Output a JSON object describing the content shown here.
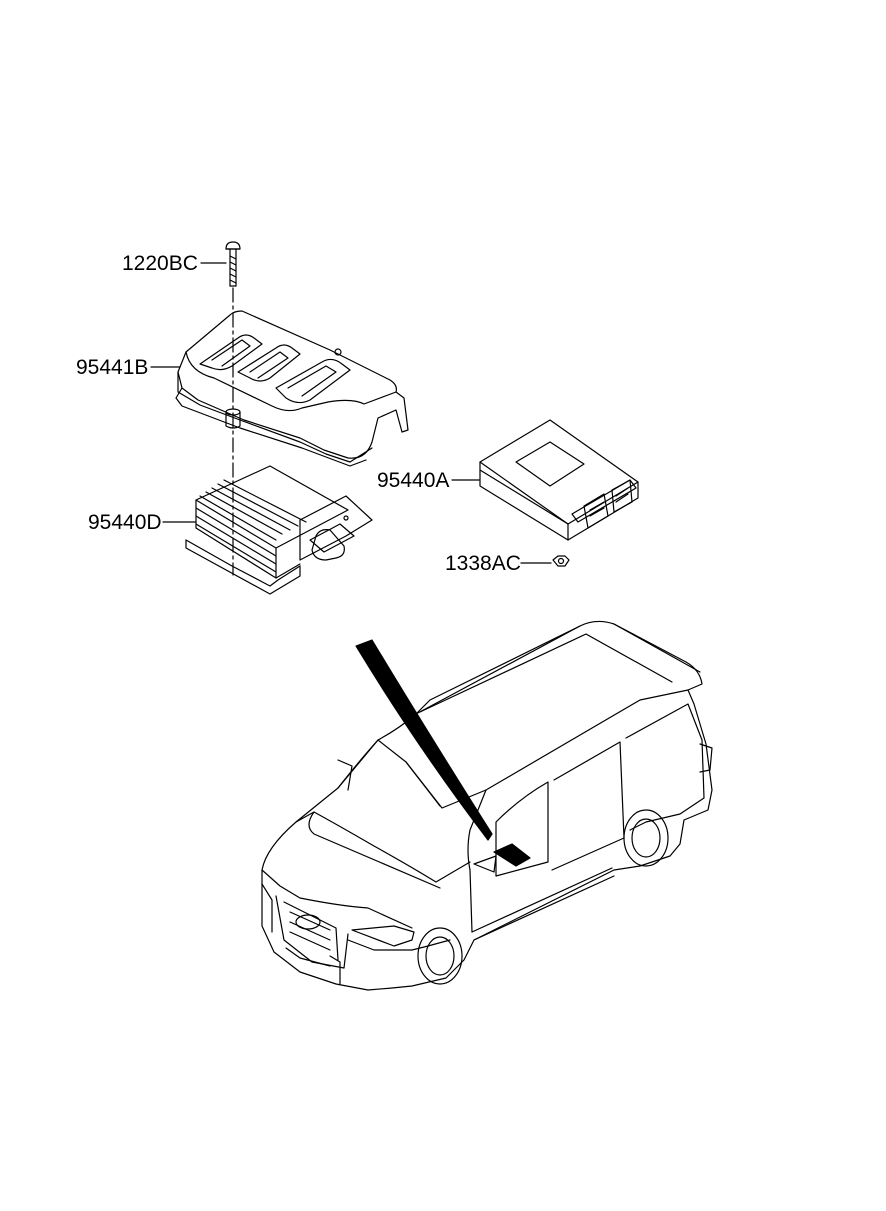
{
  "diagram": {
    "parts": [
      {
        "id": "bolt",
        "code": "1220BC"
      },
      {
        "id": "cover",
        "code": "95441B"
      },
      {
        "id": "module-d",
        "code": "95440D"
      },
      {
        "id": "module-a",
        "code": "95440A"
      },
      {
        "id": "nut",
        "code": "1338AC"
      }
    ]
  }
}
